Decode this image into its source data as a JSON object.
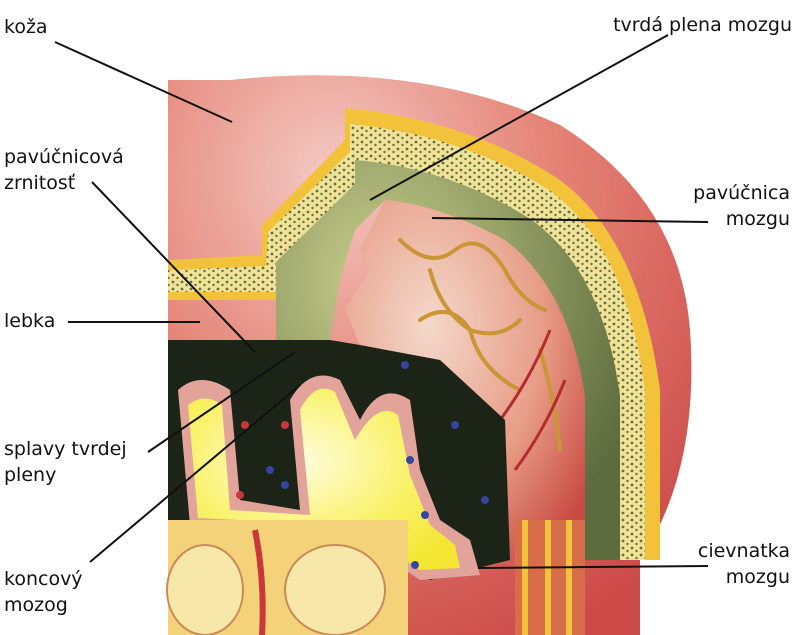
{
  "labels": {
    "koza": [
      "koža"
    ],
    "tvrda_plena": [
      "tvrdá plena mozgu"
    ],
    "pavucnicova_zrnitost": [
      "pavúčnicová",
      "zrnitosť"
    ],
    "pavucnica": [
      "pavúčnica",
      "mozgu"
    ],
    "lebka": [
      "lebka"
    ],
    "splavy": [
      "splavy tvrdej",
      "pleny"
    ],
    "koncovy_mozog": [
      "koncový",
      "mozog"
    ],
    "cievnatka": [
      "cievnatka",
      "mozgu"
    ]
  },
  "colors": {
    "skin": "#d7524e",
    "skin_light": "#efb3ad",
    "bone": "#f1e27a",
    "bone_dots": "#5f6a35",
    "dura": "#7d8a4d",
    "arachnoid_vessel": "#c99535",
    "white_matter": "#f7ef3a",
    "gray_matter": "#e2a49a",
    "sinus": "#1b2417",
    "vessel_red": "#c9373c",
    "vessel_blue": "#3446a0"
  }
}
